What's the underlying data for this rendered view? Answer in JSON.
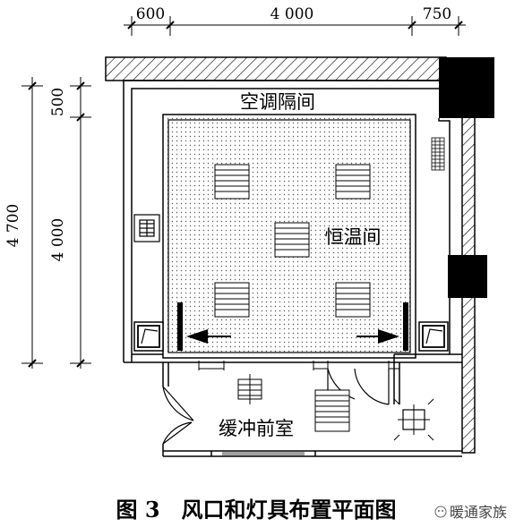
{
  "dimensions": {
    "top": [
      "600",
      "4 000",
      "750"
    ],
    "left": [
      "500",
      "4 000",
      "4 700"
    ]
  },
  "rooms": {
    "outer_corridor": "空调隔间",
    "inner_room": "恒温间",
    "buffer_room": "缓冲前室"
  },
  "caption": {
    "text": "图 3　风口和灯具布置平面图"
  },
  "watermark": {
    "text": "暖通家族"
  },
  "colors": {
    "line": "#000000",
    "hatch_fill": "#ffffff",
    "stipple": "#555555",
    "background": "#ffffff"
  },
  "icons": {
    "diffuser": "air-diffuser-icon",
    "return_grille": "return-air-grille-icon",
    "exhaust_box": "exhaust-box-icon",
    "lamp": "ceiling-lamp-icon",
    "fan_coil": "fan-coil-unit-icon",
    "airflow": "airflow-arrow-icon"
  }
}
